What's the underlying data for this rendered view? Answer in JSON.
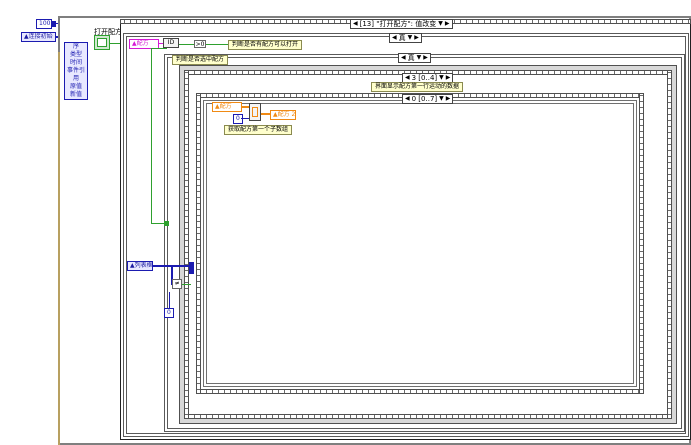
{
  "numeric_constant": "100",
  "local_vars": {
    "connection_init": "连接初始",
    "recipe": "配方",
    "recipe_2": "配方 2",
    "list_box": "列表框",
    "recipe_state": "配方"
  },
  "enum_items": [
    "序",
    "类型",
    "时间",
    "事件引用",
    "原值",
    "新值"
  ],
  "open_recipe_node": "打开配方",
  "event_selector": "[13] \"打开配方\": 值改变",
  "case_true_1": "真",
  "case_true_2": "真",
  "seq_selector_outer": "3 [0..4]",
  "seq_selector_inner": "0 [0..7]",
  "label_bool_node": "ID",
  "comments": {
    "check_open": "判断是否有配方可以打开",
    "check_selected": "判断是否选中配方",
    "show_first_row": "界面显示配方第一行运动的数据",
    "get_first_subarray": "获取配方第一个子数组"
  },
  "constants": {
    "zero_a": "0",
    "zero_b": "0"
  },
  "colors": {
    "wire_bool": "#2ea02e",
    "wire_int": "#1b1bb0",
    "wire_cluster": "#f08a14",
    "wire_string": "#d51ad5"
  }
}
